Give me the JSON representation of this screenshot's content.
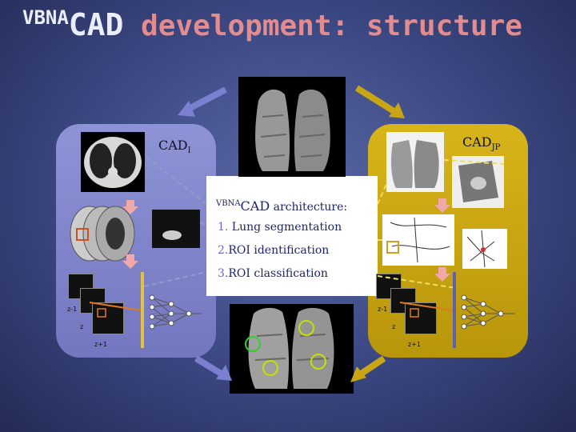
{
  "title": {
    "prefix": "VBNA",
    "main": "CAD",
    "rest": " development: structure"
  },
  "labels": {
    "left_panel_main": "CAD",
    "left_panel_sub": "I",
    "right_panel_main": "CAD",
    "right_panel_sub": "JP"
  },
  "architecture": {
    "title_prefix": "VBNA",
    "title_main": "CAD",
    "title_rest": " architecture:",
    "steps": [
      {
        "num": "1.",
        "text": " Lung segmentation"
      },
      {
        "num": "2.",
        "text": "ROI identification"
      },
      {
        "num": "3.",
        "text": "ROI classification"
      }
    ]
  },
  "slice_labels": {
    "prev": "z-1",
    "curr": "z",
    "next": "z+1"
  },
  "colors": {
    "title_text": "#e48b8d",
    "left_panel": "#8084cc",
    "right_panel": "#c9a514",
    "arrow_blue": "#7a7fd0",
    "arrow_gold": "#c9a514",
    "roi_circle": "#c8e000"
  }
}
